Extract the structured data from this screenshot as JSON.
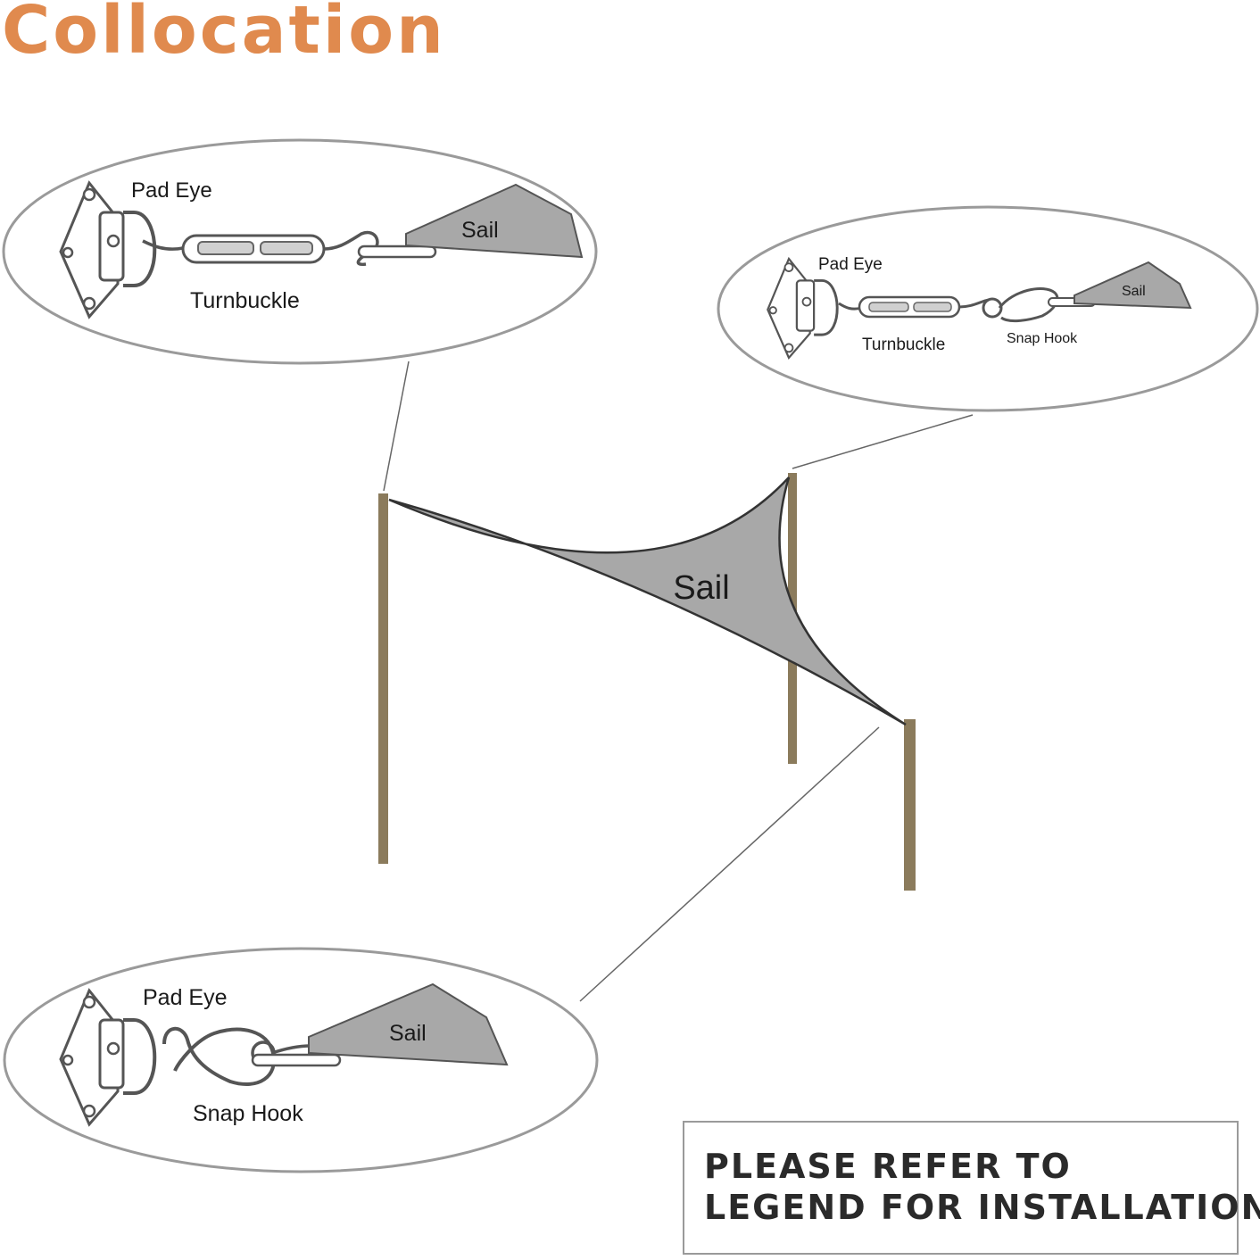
{
  "title": "Collocation",
  "colors": {
    "title": "#e08a4e",
    "sail": "#a8a8a8",
    "pole": "#8b7b5c",
    "hardware": "#6e6e6e",
    "ellipse_stroke": "#9a9a9a"
  },
  "center": {
    "sail_label": "Sail"
  },
  "callouts": {
    "top_left": {
      "pad_eye": "Pad Eye",
      "sail": "Sail",
      "turnbuckle": "Turnbuckle"
    },
    "top_right": {
      "pad_eye": "Pad Eye",
      "sail": "Sail",
      "turnbuckle": "Turnbuckle",
      "snap_hook": "Snap Hook"
    },
    "bottom_left": {
      "pad_eye": "Pad Eye",
      "sail": "Sail",
      "snap_hook": "Snap Hook"
    }
  },
  "legend": {
    "line1": "PLEASE REFER TO",
    "line2": "LEGEND FOR INSTALLATION"
  }
}
